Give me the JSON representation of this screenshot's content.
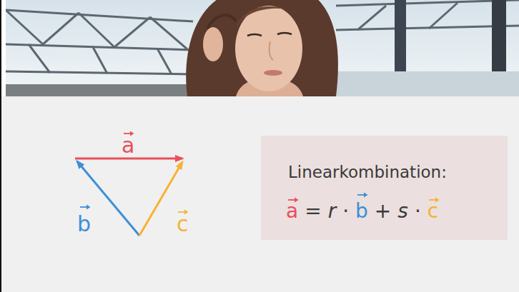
{
  "diagram": {
    "nodes": [
      {
        "text": [
          "Linearkombination:"
        ]
      }
    ],
    "labels": [
      "a",
      "b",
      "c",
      "a",
      "=",
      "r",
      "·",
      "b",
      "+",
      "s",
      "·",
      "c"
    ]
  }
}
